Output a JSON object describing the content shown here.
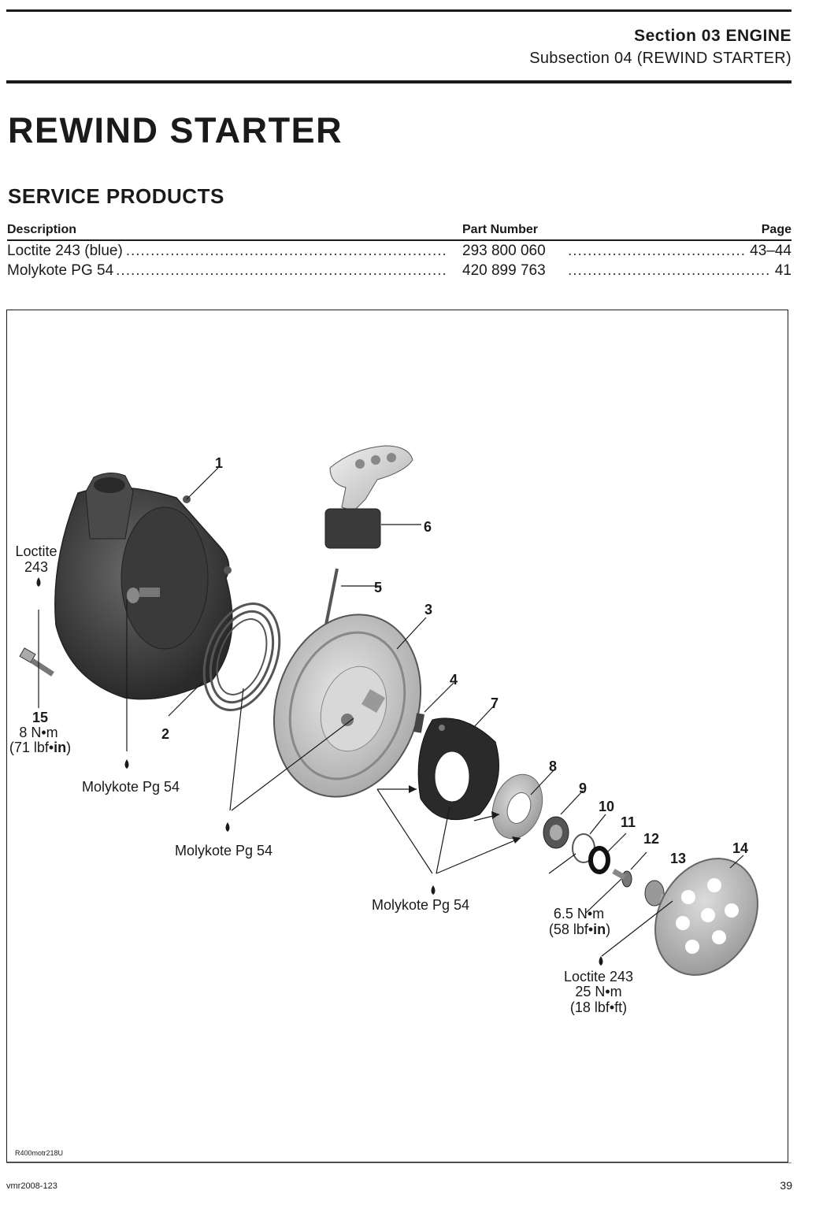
{
  "header": {
    "section": "Section 03 ENGINE",
    "subsection": "Subsection 04 (REWIND STARTER)"
  },
  "title": "REWIND STARTER",
  "service_products": {
    "heading": "SERVICE PRODUCTS",
    "columns": {
      "description": "Description",
      "part_number": "Part Number",
      "page": "Page"
    },
    "rows": [
      {
        "description": "Loctite 243 (blue)",
        "part_number": "293 800 060",
        "page": "43–44"
      },
      {
        "description": "Molykote PG 54",
        "part_number": "420 899 763",
        "page": "41"
      }
    ]
  },
  "figure": {
    "callouts": [
      "1",
      "2",
      "3",
      "4",
      "5",
      "6",
      "7",
      "8",
      "9",
      "10",
      "11",
      "12",
      "13",
      "14",
      "15"
    ],
    "annotations": {
      "loctite_top": "Loctite",
      "loctite_top_num": "243",
      "torque_15_line1": "8 N•m",
      "torque_15_line2_prefix": "(71 lbf•",
      "torque_15_line2_bold": "in",
      "torque_15_line2_suffix": ")",
      "molykote_1": "Molykote Pg 54",
      "molykote_2": "Molykote Pg 54",
      "molykote_3": "Molykote Pg 54",
      "torque_12_line1": "6.5 N•m",
      "torque_12_line2_prefix": "(58 lbf•",
      "torque_12_line2_bold": "in",
      "torque_12_line2_suffix": ")",
      "loctite_13": "Loctite 243",
      "torque_13_line1": "25 N•m",
      "torque_13_line2": "(18 lbf•ft)"
    },
    "reference": "R400motr218U"
  },
  "footer": {
    "doc_id": "vmr2008-123",
    "page_number": "39"
  }
}
